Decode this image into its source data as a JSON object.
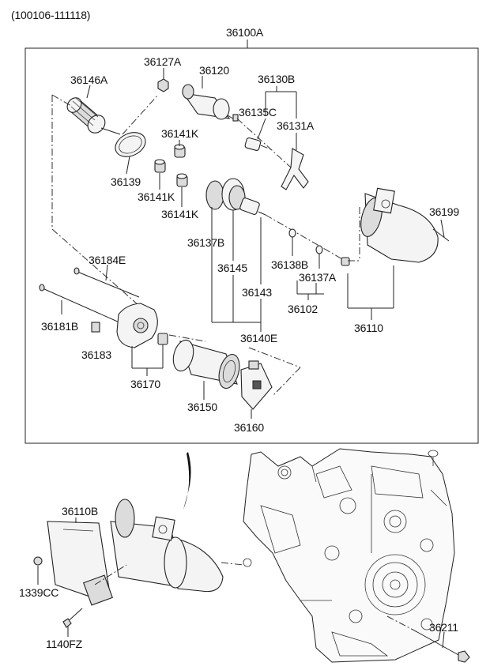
{
  "header": {
    "date_range": "(100106-111118)"
  },
  "assembly": {
    "main_label": "36100A"
  },
  "parts": [
    {
      "key": "36127A",
      "label": "36127A"
    },
    {
      "key": "36120",
      "label": "36120"
    },
    {
      "key": "36130B",
      "label": "36130B"
    },
    {
      "key": "36146A",
      "label": "36146A"
    },
    {
      "key": "36135C",
      "label": "36135C"
    },
    {
      "key": "36131A",
      "label": "36131A"
    },
    {
      "key": "36141K_a",
      "label": "36141K"
    },
    {
      "key": "36139",
      "label": "36139"
    },
    {
      "key": "36141K_b",
      "label": "36141K"
    },
    {
      "key": "36141K_c",
      "label": "36141K"
    },
    {
      "key": "36199",
      "label": "36199"
    },
    {
      "key": "36137B",
      "label": "36137B"
    },
    {
      "key": "36184E",
      "label": "36184E"
    },
    {
      "key": "36145",
      "label": "36145"
    },
    {
      "key": "36138B",
      "label": "36138B"
    },
    {
      "key": "36137A",
      "label": "36137A"
    },
    {
      "key": "36143",
      "label": "36143"
    },
    {
      "key": "36102",
      "label": "36102"
    },
    {
      "key": "36181B",
      "label": "36181B"
    },
    {
      "key": "36110",
      "label": "36110"
    },
    {
      "key": "36183",
      "label": "36183"
    },
    {
      "key": "36140E",
      "label": "36140E"
    },
    {
      "key": "36170",
      "label": "36170"
    },
    {
      "key": "36150",
      "label": "36150"
    },
    {
      "key": "36160",
      "label": "36160"
    },
    {
      "key": "36110B",
      "label": "36110B"
    },
    {
      "key": "1339CC",
      "label": "1339CC"
    },
    {
      "key": "36211",
      "label": "36211"
    },
    {
      "key": "1140FZ",
      "label": "1140FZ"
    }
  ]
}
